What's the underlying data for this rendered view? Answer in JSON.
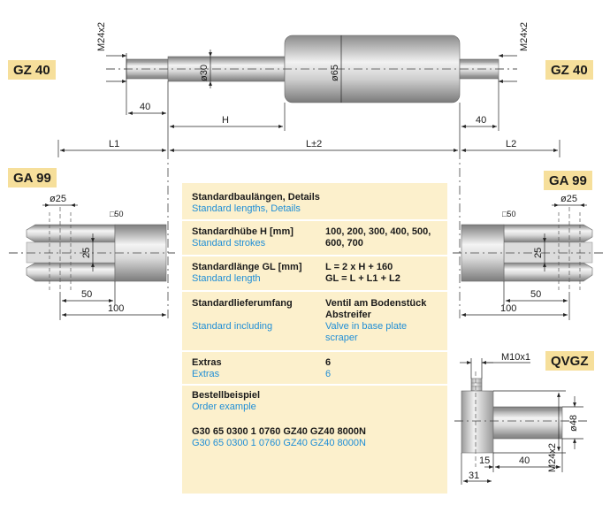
{
  "tags": {
    "gz40_left": "GZ 40",
    "gz40_right": "GZ 40",
    "ga99_left": "GA 99",
    "ga99_right": "GA 99",
    "qvgz": "QVGZ"
  },
  "dimensions": {
    "m24x2_left": "M24x2",
    "m24x2_right": "M24x2",
    "d30": "ø30",
    "d65": "ø65",
    "len40_left": "40",
    "len40_right": "40",
    "stroke_h": "H",
    "l1": "L1",
    "l_tol": "L±2",
    "l2": "L2",
    "d25_left": "ø25",
    "d25_right": "ø25",
    "sq50_left": "□50",
    "sq50_right": "□50",
    "slot25_left": "25",
    "slot25_right": "25",
    "len50_left": "50",
    "len50_right": "50",
    "len100_left": "100",
    "len100_right": "100",
    "m10x1": "M10x1",
    "d48": "ø48",
    "m24x2_qvgz": "M24x2",
    "len15": "15",
    "len40_qvgz": "40",
    "len31": "31"
  },
  "spec": {
    "header": {
      "de": "Standardbaulängen, Details",
      "en": "Standard lengths, Details"
    },
    "strokes": {
      "label_de": "Standardhübe H [mm]",
      "label_en": "Standard strokes",
      "value_line1": "100, 200, 300, 400, 500,",
      "value_line2": "600, 700"
    },
    "length": {
      "label_de": "Standardlänge GL [mm]",
      "label_en": "Standard length",
      "formula1": "L = 2 x H + 160",
      "formula2": "GL = L + L1 + L2"
    },
    "delivery": {
      "label_de": "Standardlieferumfang",
      "label_en": "Standard including",
      "value_de_line1": "Ventil am Bodenstück",
      "value_de_line2": "Abstreifer",
      "value_en_line1": "Valve in base plate",
      "value_en_line2": "scraper"
    },
    "extras": {
      "label_de": "Extras",
      "label_en": "Extras",
      "value_de": "6",
      "value_en": "6"
    },
    "order": {
      "label_de": "Bestellbeispiel",
      "label_en": "Order example",
      "code_de": "G30 65 0300 1 0760 GZ40 GZ40 8000N",
      "code_en": "G30 65 0300 1 0760 GZ40 GZ40 8000N"
    }
  },
  "colors": {
    "tag_bg": "#f6df9b",
    "panel_bg": "#fcf0cc",
    "english_text": "#1f8ed6",
    "metal_light": "#f4f4f4",
    "metal_mid": "#b9b9b9",
    "metal_dark": "#7c7c7c"
  }
}
